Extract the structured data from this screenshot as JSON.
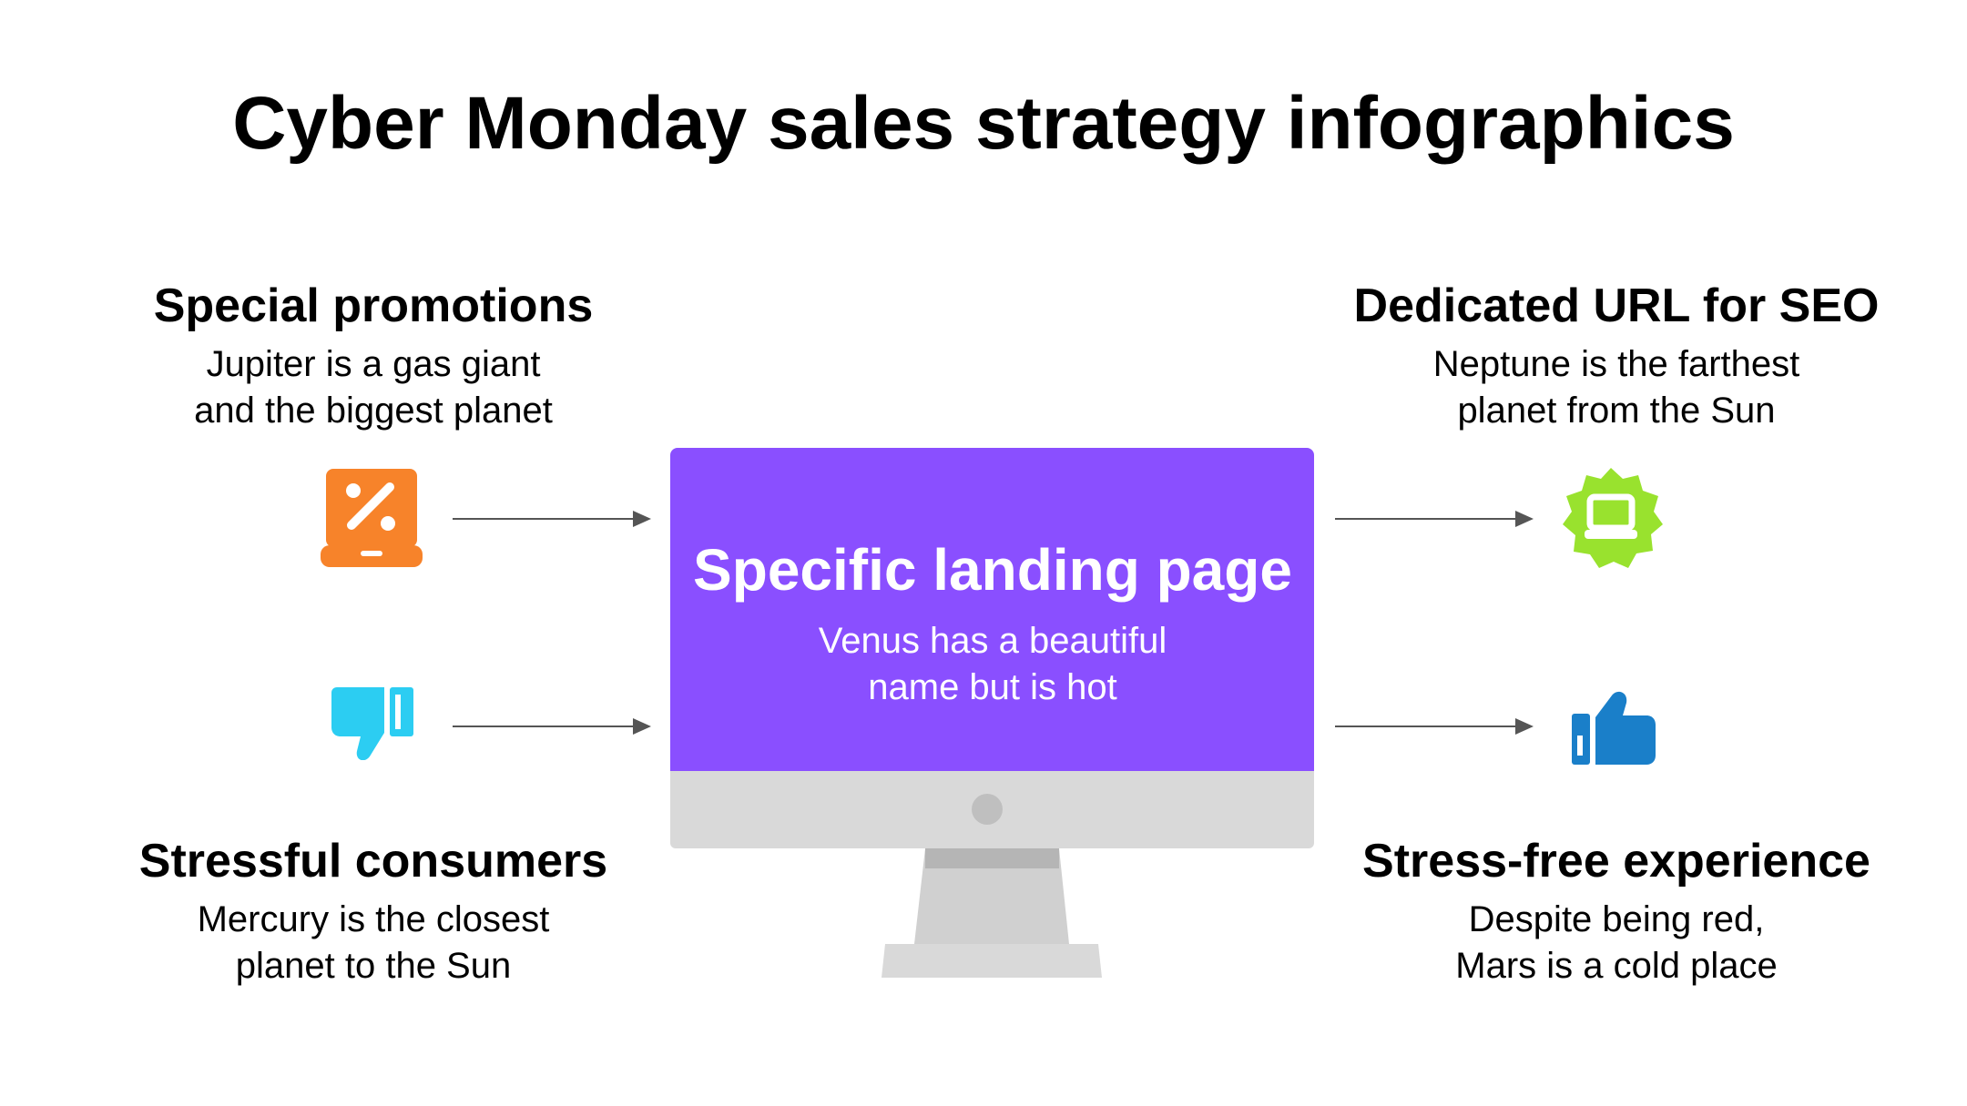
{
  "title": "Cyber Monday sales strategy infographics",
  "colors": {
    "screen": "#8a4fff",
    "bezel": "#d9d9d9",
    "stand": "#d0d0d0",
    "orange": "#f7832a",
    "cyan": "#2ccdf2",
    "green": "#99e22e",
    "blue": "#1a7fc9"
  },
  "center": {
    "title": "Specific landing page",
    "desc_lines": [
      "Venus has a beautiful",
      "name but is hot"
    ]
  },
  "items": {
    "top_left": {
      "title": "Special promotions",
      "desc_lines": [
        "Jupiter is a gas giant",
        "and the biggest planet"
      ],
      "icon": "laptop-percent-icon"
    },
    "bottom_left": {
      "title": "Stressful consumers",
      "desc_lines": [
        "Mercury is the closest",
        "planet to the Sun"
      ],
      "icon": "thumbs-down-icon"
    },
    "top_right": {
      "title": "Dedicated URL for SEO",
      "desc_lines": [
        "Neptune is the farthest",
        "planet from the Sun"
      ],
      "icon": "laptop-badge-icon"
    },
    "bottom_right": {
      "title": "Stress-free experience",
      "desc_lines": [
        "Despite being red,",
        "Mars is a cold place"
      ],
      "icon": "thumbs-up-icon"
    }
  }
}
